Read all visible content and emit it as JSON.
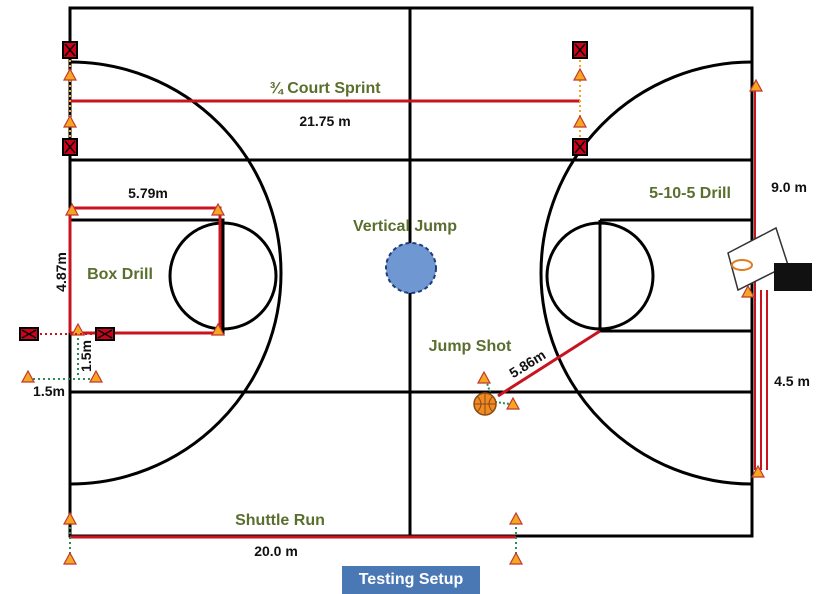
{
  "labels": {
    "court_sprint": "¾ Court Sprint",
    "court_sprint_dist": "21.75 m",
    "box_drill": "Box Drill",
    "box_width": "5.79m",
    "box_height": "4.87m",
    "vertical_jump": "Vertical Jump",
    "drill_5105": "5-10-5 Drill",
    "dist_9": "9.0 m",
    "dist_45": "4.5 m",
    "jump_shot": "Jump Shot",
    "jump_shot_dist": "5.86m",
    "offset_v": "1.5m",
    "offset_h": "1.5m",
    "shuttle_run": "Shuttle Run",
    "shuttle_dist": "20.0 m",
    "badge": "Testing Setup"
  },
  "colors": {
    "court_line": "#000000",
    "drill_line": "#c8141e",
    "cone_fill": "#f5a623",
    "cone_stroke": "#c0392b",
    "marker_fill": "#d0021b",
    "dotted_green": "#2e8b57",
    "dotted_red": "#c8141e",
    "vertical_jump_fill": "#6f97d1",
    "label_green": "#5a6e2e",
    "badge_bg": "#4a78b5"
  }
}
